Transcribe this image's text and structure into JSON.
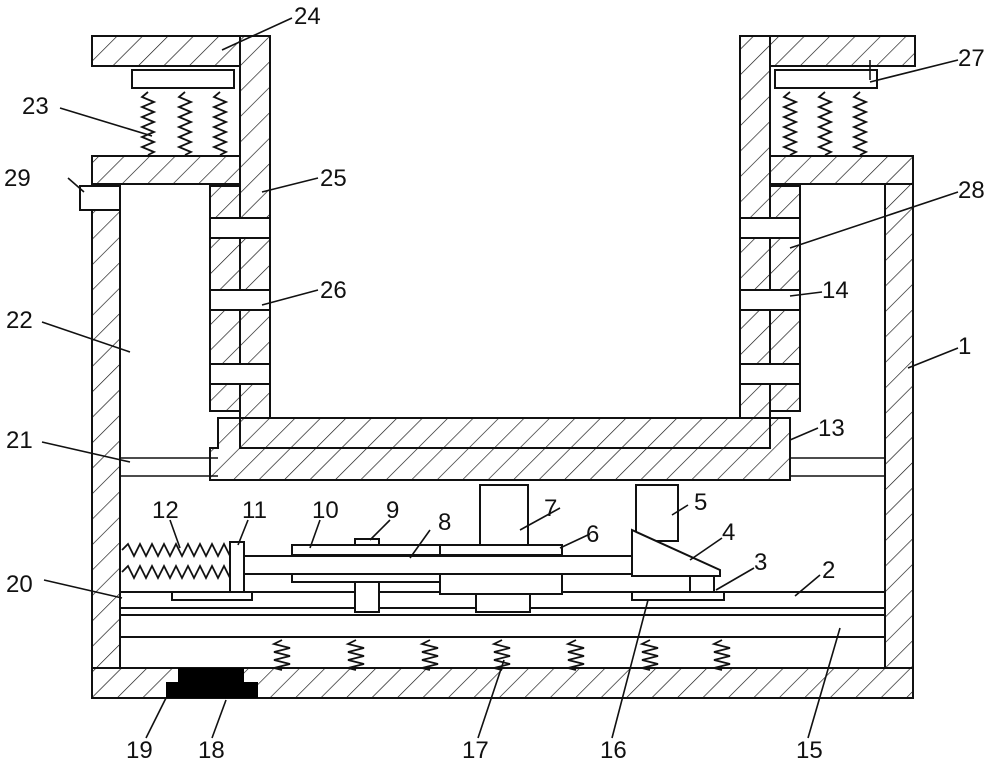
{
  "labels": {
    "l1": "1",
    "l2": "2",
    "l3": "3",
    "l4": "4",
    "l5": "5",
    "l6": "6",
    "l7": "7",
    "l8": "8",
    "l9": "9",
    "l10": "10",
    "l11": "11",
    "l12": "12",
    "l13": "13",
    "l14": "14",
    "l15": "15",
    "l16": "16",
    "l17": "17",
    "l18": "18",
    "l19": "19",
    "l20": "20",
    "l21": "21",
    "l22": "22",
    "l23": "23",
    "l24": "24",
    "l25": "25",
    "l26": "26",
    "l27": "27",
    "l28": "28",
    "l29": "29"
  },
  "colors": {
    "line": "#111111",
    "background": "#ffffff",
    "solid_foot": "#000000"
  }
}
